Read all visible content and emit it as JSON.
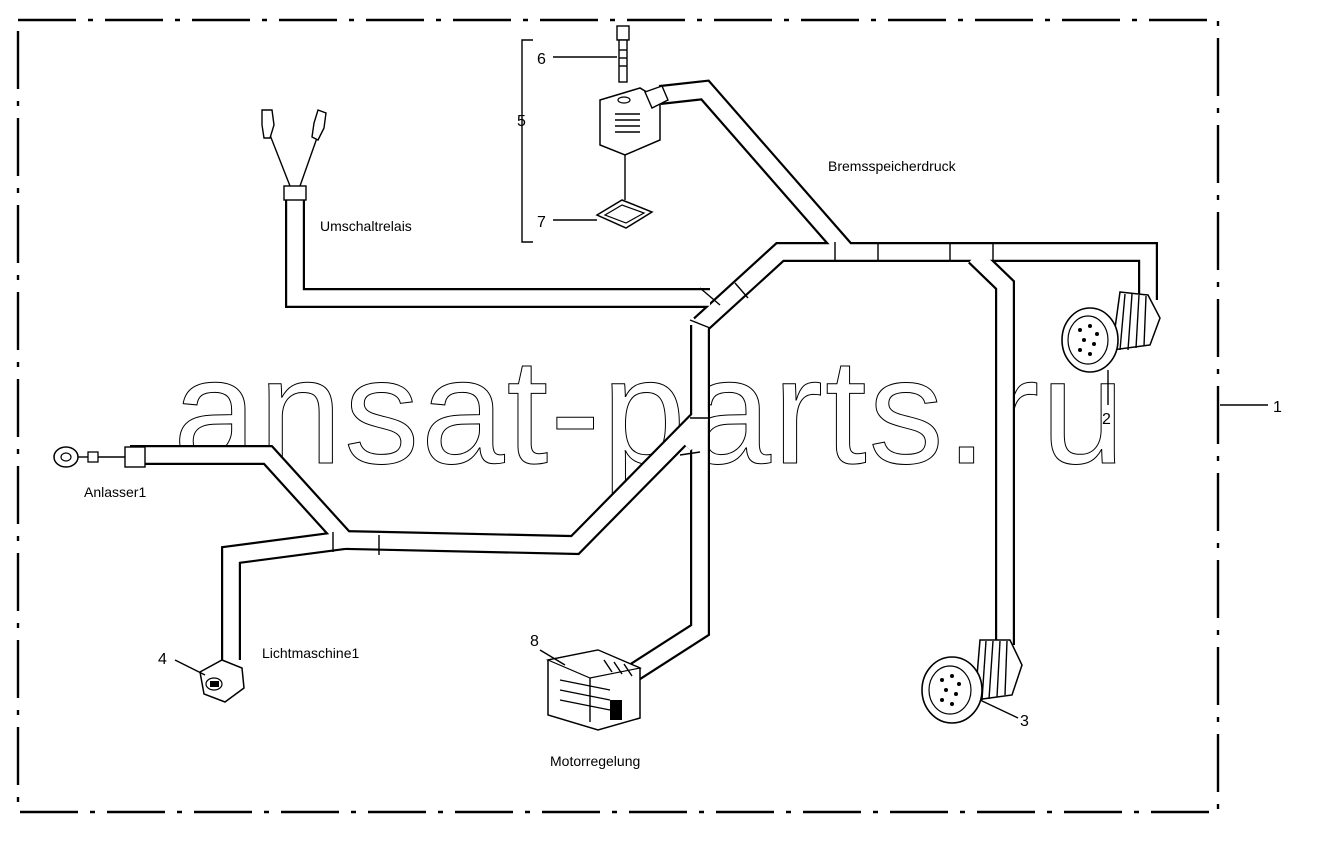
{
  "labels": {
    "umschaltrelais": "Umschaltrelais",
    "bremsspeicherdruck": "Bremsspeicherdruck",
    "anlasser": "Anlasser1",
    "lichtmaschine": "Lichtmaschine1",
    "motorregelung": "Motorregelung"
  },
  "callouts": {
    "n1": "1",
    "n2": "2",
    "n3": "3",
    "n4": "4",
    "n5": "5",
    "n6": "6",
    "n7": "7",
    "n8": "8"
  },
  "watermark": "ansat-parts.ru"
}
